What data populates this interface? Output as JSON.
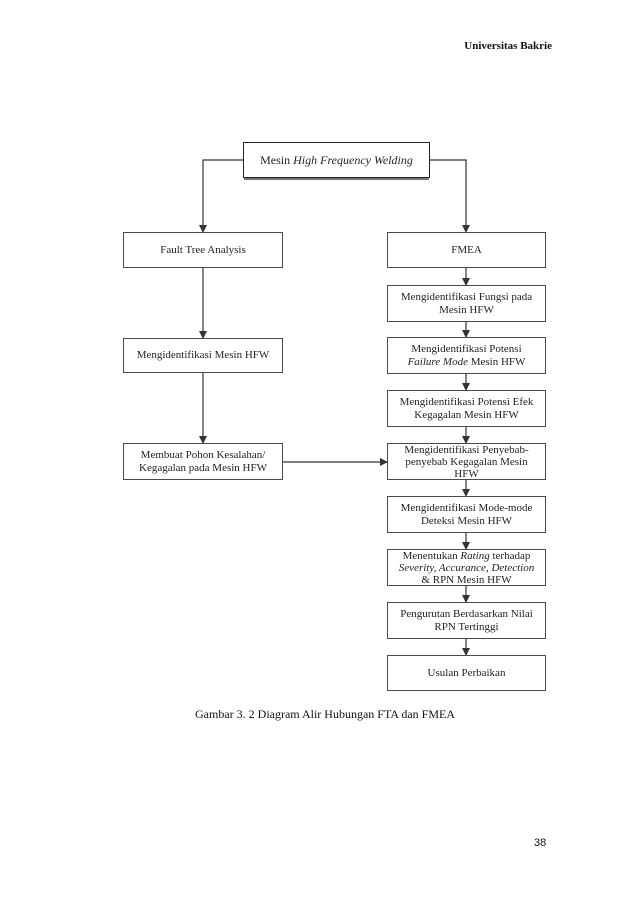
{
  "header": {
    "institution": "Universitas Bakrie"
  },
  "diagram": {
    "top_box": {
      "prefix": "Mesin ",
      "italic": "High Frequency Welding"
    },
    "left": {
      "fta": "Fault Tree Analysis",
      "identify": "Mengidentifikasi Mesin HFW",
      "tree_line1": "Membuat Pohon Kesalahan/",
      "tree_line2": "Kegagalan pada Mesin HFW"
    },
    "right": {
      "fmea": "FMEA",
      "s1_line1": "Mengidentifikasi Fungsi pada",
      "s1_line2": "Mesin HFW",
      "s2_line1": "Mengidentifikasi Potensi",
      "s2_line2_italic": "Failure Mode",
      "s2_line2_rest": " Mesin HFW",
      "s3_line1": "Mengidentifikasi Potensi Efek",
      "s3_line2": "Kegagalan Mesin HFW",
      "s4_line1": "Mengidentifikasi Penyebab-",
      "s4_line2": "penyebab Kegagalan Mesin",
      "s4_line3": "HFW",
      "s5_line1": "Mengidentifikasi Mode-mode",
      "s5_line2": "Deteksi Mesin HFW",
      "s6_line1_pre": "Menentukan ",
      "s6_line1_italic": "Rating",
      "s6_line1_post": " terhadap",
      "s6_line2_italic": "Severity, Accurance, Detection",
      "s6_line3": "& RPN Mesin HFW",
      "s7_line1": "Pengurutan Berdasarkan Nilai",
      "s7_line2": "RPN Tertinggi",
      "s8": "Usulan Perbaikan"
    }
  },
  "caption": "Gambar 3. 2 Diagram Alir Hubungan FTA dan FMEA",
  "page_number": "38"
}
